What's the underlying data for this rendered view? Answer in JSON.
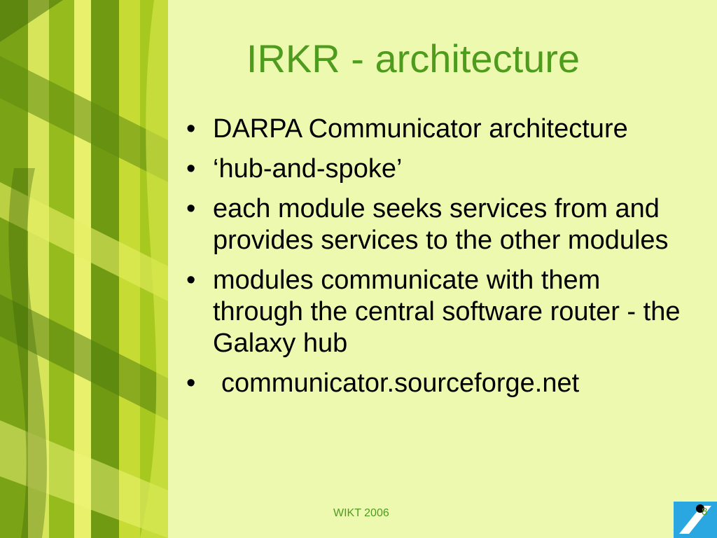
{
  "slide": {
    "title": "IRKR - architecture",
    "bullets": [
      {
        "text": "DARPA Communicator architecture"
      },
      {
        "text": "‘hub-and-spoke’"
      },
      {
        "text": "each module seeks services from and provides services to the other modules"
      },
      {
        "text": "modules communicate with them through the central software router - the Galaxy hub"
      },
      {
        "text": "communicator.sourceforge.net"
      }
    ],
    "bullet_glyph": "•"
  },
  "footer": {
    "text": "WIKT 2006",
    "page_number": "8"
  },
  "colors": {
    "background": "#eef9b0",
    "title": "#4f9b1e",
    "logo_blue": "#2aa7e0"
  },
  "icons": {
    "side_art": "green-yellow-abstract-stripes",
    "logo": "wikt-logo"
  }
}
